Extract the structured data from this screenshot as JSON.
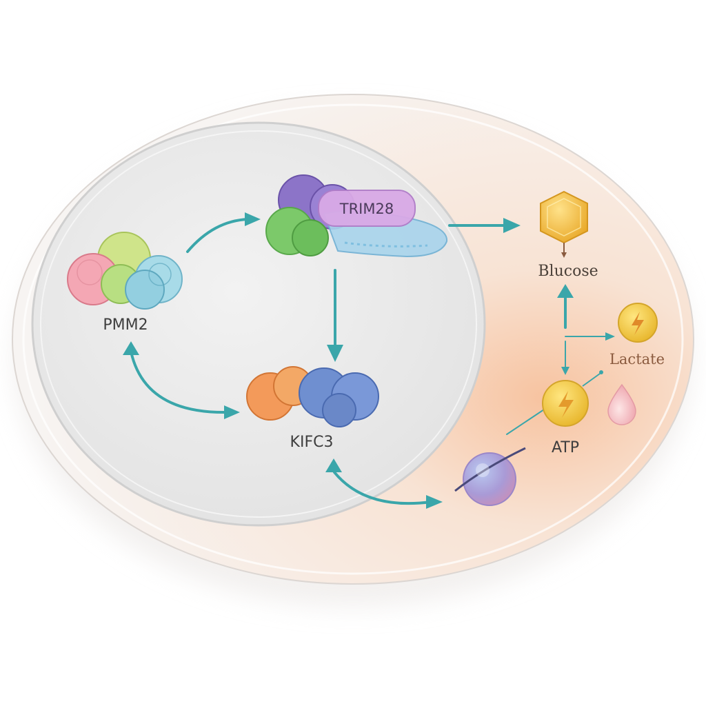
{
  "diagram": {
    "nodes": {
      "pmm2": {
        "label": "PMM2"
      },
      "trim28": {
        "label": "TRIM28"
      },
      "kifc3": {
        "label": "KIFC3"
      },
      "glucose": {
        "label": "Blucose"
      },
      "lactate": {
        "label": "Lactate"
      },
      "atp": {
        "label": "ATP"
      }
    },
    "colors": {
      "arrow": "#3aa6aa",
      "cell_glow": "#f4a87a",
      "nucleus_fill": "#ececec",
      "glucose": "#f5c84a",
      "atp": "#f2cd3c",
      "droplet": "#f6c6c6"
    }
  }
}
